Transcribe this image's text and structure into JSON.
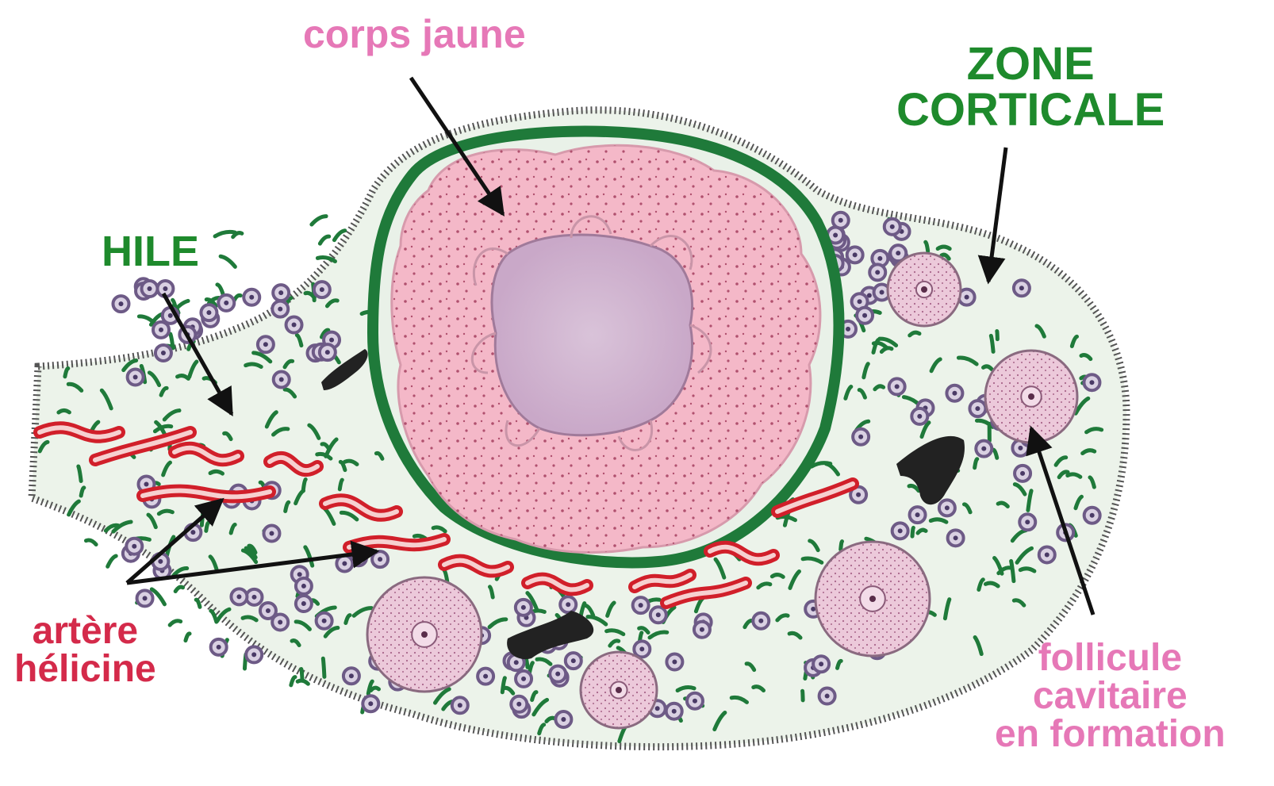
{
  "labels": {
    "corps_jaune": "corps jaune",
    "zone_corticale": [
      "ZONE",
      "CORTICALE"
    ],
    "hile": "HILE",
    "artere_helicine": [
      "artère",
      "hélicine"
    ],
    "follicule_cavitaire": [
      "follicule",
      "cavitaire",
      "en formation"
    ]
  },
  "colors": {
    "label_green": "#1e8a2c",
    "label_pink": "#e678b7",
    "label_red": "#d42a4a",
    "corpus_luteum": "#f4b8c8",
    "stroma_green": "#1f7a3a",
    "artery_red": "#d11f2a",
    "follicle": "#e7c4d6",
    "cell_purple": "#6d5a86"
  }
}
